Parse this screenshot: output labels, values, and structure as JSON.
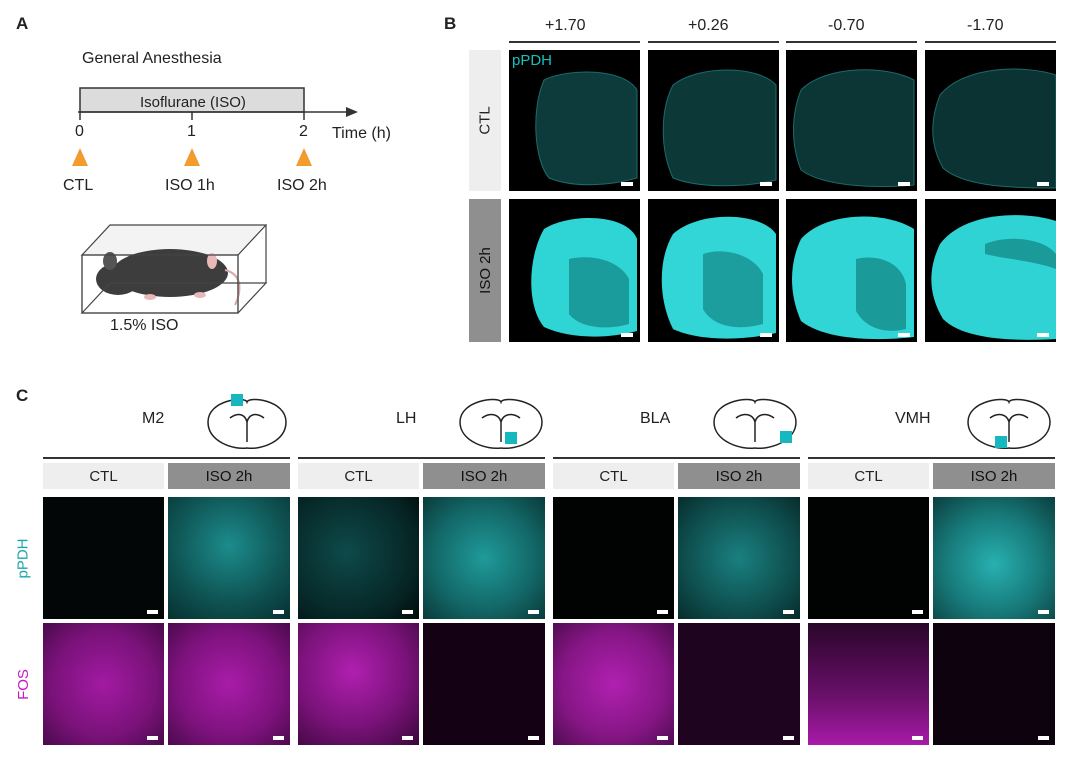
{
  "panel_a": {
    "letter": "A",
    "title": "General Anesthesia",
    "bar_label": "Isoflurane (ISO)",
    "ticks": [
      "0",
      "1",
      "2"
    ],
    "axis_label": "Time (h)",
    "markers": [
      "CTL",
      "ISO 1h",
      "ISO 2h"
    ],
    "dose": "1.5% ISO",
    "marker_color": "#f39c2b"
  },
  "panel_b": {
    "letter": "B",
    "columns": [
      "+1.70",
      "+0.26",
      "-0.70",
      "-1.70"
    ],
    "stain": "pPDH",
    "rows": [
      "CTL",
      "ISO 2h"
    ],
    "stain_color": "#16c0c0"
  },
  "panel_c": {
    "letter": "C",
    "regions": [
      "M2",
      "LH",
      "BLA",
      "VMH"
    ],
    "conditions": [
      "CTL",
      "ISO 2h"
    ],
    "rows": [
      "pPDH",
      "FOS"
    ],
    "row_colors": [
      "#1aa7a7",
      "#c21cc2"
    ]
  }
}
